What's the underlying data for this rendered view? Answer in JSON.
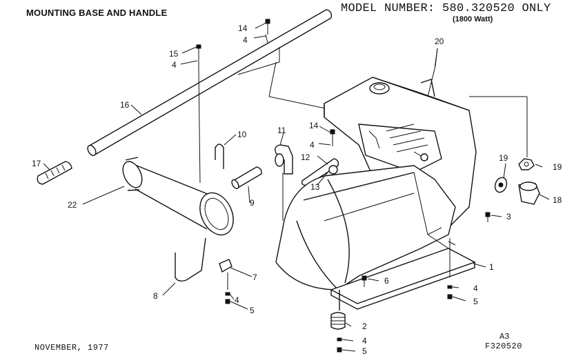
{
  "header": {
    "title": "MOUNTING BASE AND HANDLE",
    "model": "MODEL NUMBER: 580.320520 ONLY",
    "wattage": "(1800 Watt)"
  },
  "footer": {
    "date": "NOVEMBER, 1977",
    "sheet": "A3",
    "figure": "F320520"
  },
  "callouts": {
    "c1": "1",
    "c2": "2",
    "c3": "3",
    "c4a": "4",
    "c4b": "4",
    "c4c": "4",
    "c4d": "4",
    "c4e": "4",
    "c4f": "4",
    "c5a": "5",
    "c5b": "5",
    "c5c": "5",
    "c6": "6",
    "c7": "7",
    "c8": "8",
    "c9": "9",
    "c10": "10",
    "c11": "11",
    "c12": "12",
    "c13": "13",
    "c14a": "14",
    "c14b": "14",
    "c15": "15",
    "c16": "16",
    "c17": "17",
    "c18": "18",
    "c19a": "19",
    "c19b": "19",
    "c20": "20",
    "c22": "22"
  }
}
